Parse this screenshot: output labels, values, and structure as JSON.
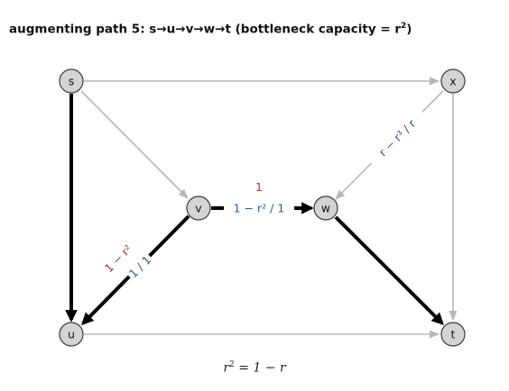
{
  "title": {
    "text": "augmenting path 5:  s→u→v→w→t  (bottleneck capacity = r",
    "sup": "2",
    "end": ")"
  },
  "nodes": {
    "s": "s",
    "x": "x",
    "v": "v",
    "w": "w",
    "u": "u",
    "t": "t"
  },
  "edge_labels": {
    "xw": "r − r³ / r",
    "vw_flow": "1",
    "vw": "1 − r² / 1",
    "uv_flow": "1 − r²",
    "uv": "1 / 1"
  },
  "equation": {
    "lhs_base": "r",
    "lhs_sup": "2",
    "rhs": " = 1 − r"
  },
  "colors": {
    "capacity_label": "#2b5b9b",
    "flow_label": "#a33a2e",
    "thick_edge": "#000000",
    "thin_edge": "#b8b8b8",
    "node_fill": "#d4d4d4"
  }
}
